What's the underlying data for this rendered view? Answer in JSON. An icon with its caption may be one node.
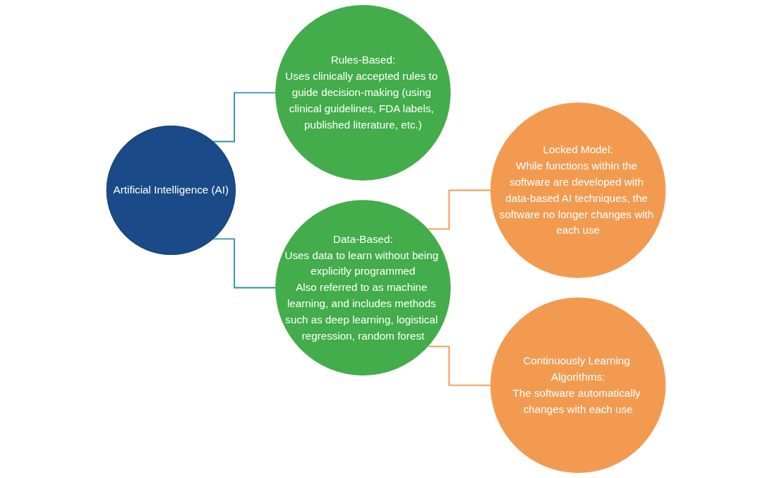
{
  "diagram": {
    "nodes": [
      {
        "text": [
          "Artificial Intelligence (AI)"
        ]
      },
      {
        "text": [
          "Rules-Based:",
          "Uses clinically accepted rules to guide decision-making (using clinical guidelines, FDA labels, published literature, etc.)"
        ]
      },
      {
        "text": [
          "Data-Based:",
          "Uses data to learn without being explicitly programmed",
          "Also referred to as machine learning, and includes methods such as deep learning, logistical regression, random forest"
        ]
      },
      {
        "text": [
          "Locked Model:",
          "While functions within the software are developed with data-based AI techniques, the software no longer changes with each use"
        ]
      },
      {
        "text": [
          "Continuously Learning Algorithms:",
          "The software automatically changes with each use"
        ]
      }
    ],
    "edges": [
      {
        "from": 0,
        "to": 1,
        "arrow": "none",
        "color": "#2f8fae"
      },
      {
        "from": 0,
        "to": 2,
        "arrow": "none",
        "color": "#2f8fae"
      },
      {
        "from": 2,
        "to": 3,
        "arrow": "none",
        "color": "#f0994a"
      },
      {
        "from": 2,
        "to": 4,
        "arrow": "none",
        "color": "#f0994a"
      }
    ]
  }
}
